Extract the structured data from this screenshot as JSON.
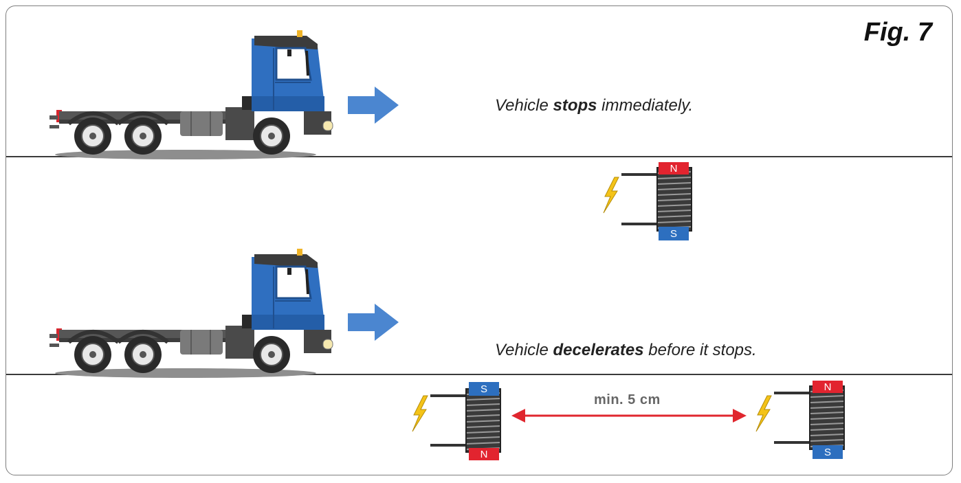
{
  "figure_label": "Fig. 7",
  "scenario_1": {
    "caption_pre": "Vehicle ",
    "caption_bold": "stops",
    "caption_post": " immediately."
  },
  "scenario_2": {
    "caption_pre": "Vehicle ",
    "caption_bold": "decelerates",
    "caption_post": " before it stops."
  },
  "distance_label": "min. 5 cm",
  "poles": {
    "north": "N",
    "south": "S"
  },
  "colors": {
    "cab_blue": "#2f6fc0",
    "arrow_blue": "#4b86d0",
    "north_red": "#e2242f",
    "south_blue": "#2d6fbf",
    "bolt_yellow": "#f4c318",
    "distance_red": "#e0262e"
  }
}
